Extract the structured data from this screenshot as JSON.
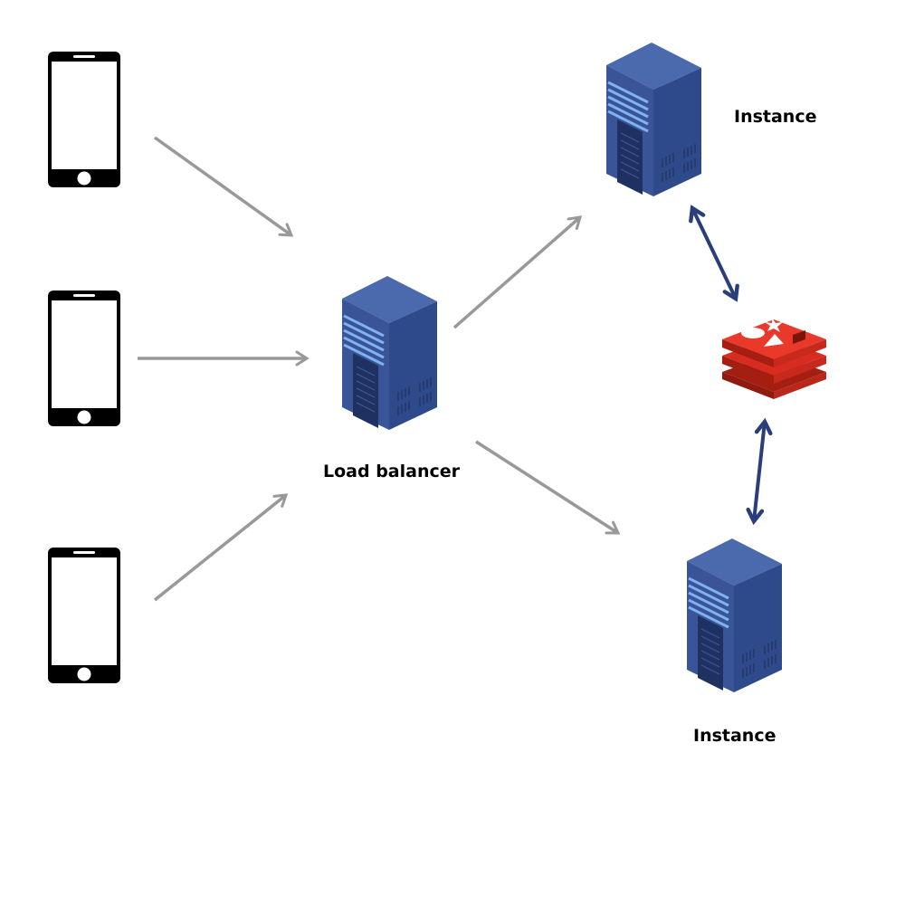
{
  "labels": {
    "load_balancer": "Load balancer",
    "instance_top": "Instance",
    "instance_bottom": "Instance"
  },
  "nodes": {
    "clients": [
      "phone",
      "phone",
      "phone"
    ],
    "load_balancer": "server-tower",
    "instances": [
      "server-tower",
      "server-tower"
    ],
    "cache": "redis-icon"
  },
  "colors": {
    "server_body": "#3a5597",
    "server_dark": "#24396b",
    "server_light": "#7fb2f0",
    "redis_red": "#d82c20",
    "flow_arrow": "#999999",
    "sync_arrow": "#2a3f7a",
    "phone": "#000000"
  }
}
